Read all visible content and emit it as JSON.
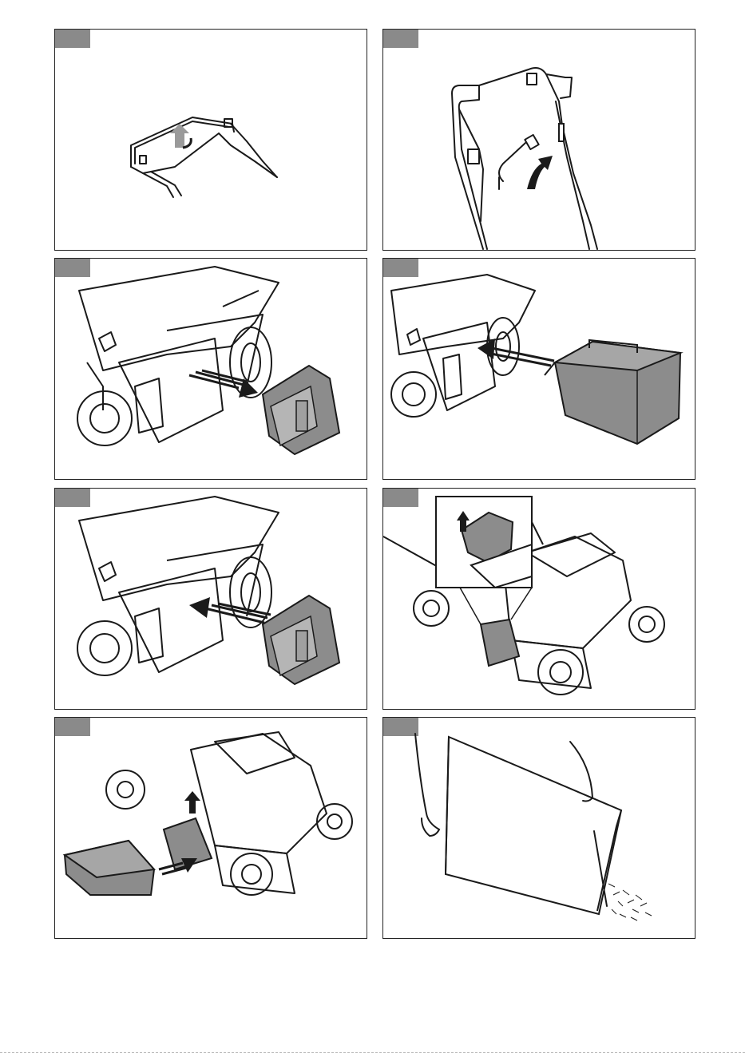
{
  "colors": {
    "frame": "#222222",
    "tag": "#8a8a8a",
    "line": "#1a1a1a",
    "shade": "#8c8c8c",
    "arrow": "#1a1a1a",
    "arrow_light": "#9a9a9a"
  },
  "panels": [
    {
      "id": "handle-fold",
      "icon": "handle-fold-illustration"
    },
    {
      "id": "handle-lever",
      "icon": "handle-lever-illustration"
    },
    {
      "id": "mulch-insert-removal",
      "icon": "mulch-insert-removal-illustration"
    },
    {
      "id": "grass-bag-attach",
      "icon": "grass-bag-attach-illustration"
    },
    {
      "id": "mulch-insert-install",
      "icon": "mulch-insert-install-illustration"
    },
    {
      "id": "side-flap-lift",
      "icon": "side-flap-lift-illustration"
    },
    {
      "id": "side-discharge-attach",
      "icon": "side-discharge-attach-illustration"
    },
    {
      "id": "grass-bag-empty",
      "icon": "grass-bag-empty-illustration"
    }
  ]
}
